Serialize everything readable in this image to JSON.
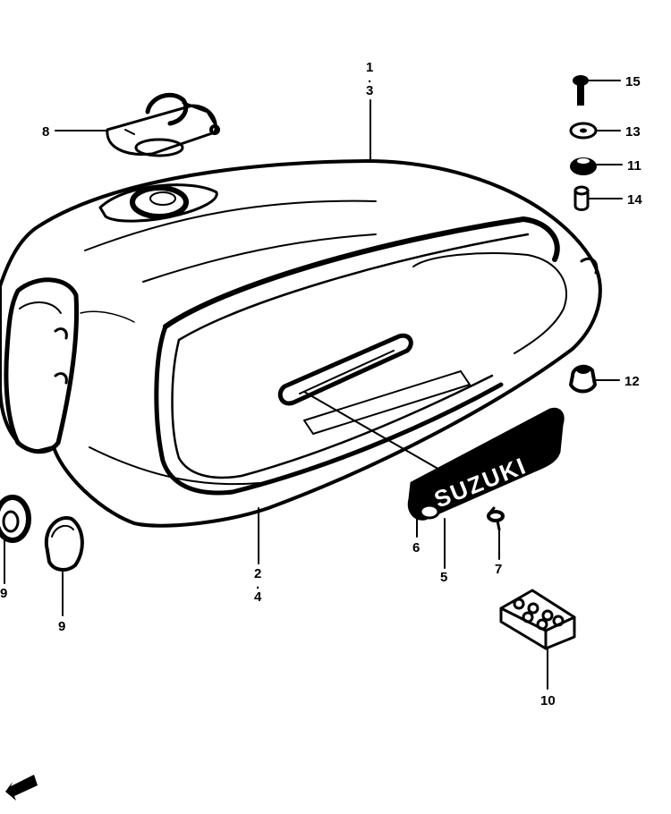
{
  "labels": {
    "p1": "1",
    "p3": "3",
    "p2": "2",
    "p4": "4",
    "p5": "5",
    "p6": "6",
    "p7": "7",
    "p8": "8",
    "p9a": "9",
    "p9b": "9",
    "p10": "10",
    "p11": "11",
    "p12": "12",
    "p13": "13",
    "p14": "14",
    "p15": "15",
    "sep13": ".",
    "sep24": "."
  },
  "emblem_text": "SUZUKI",
  "colors": {
    "ink": "#000000",
    "paper": "#ffffff"
  }
}
